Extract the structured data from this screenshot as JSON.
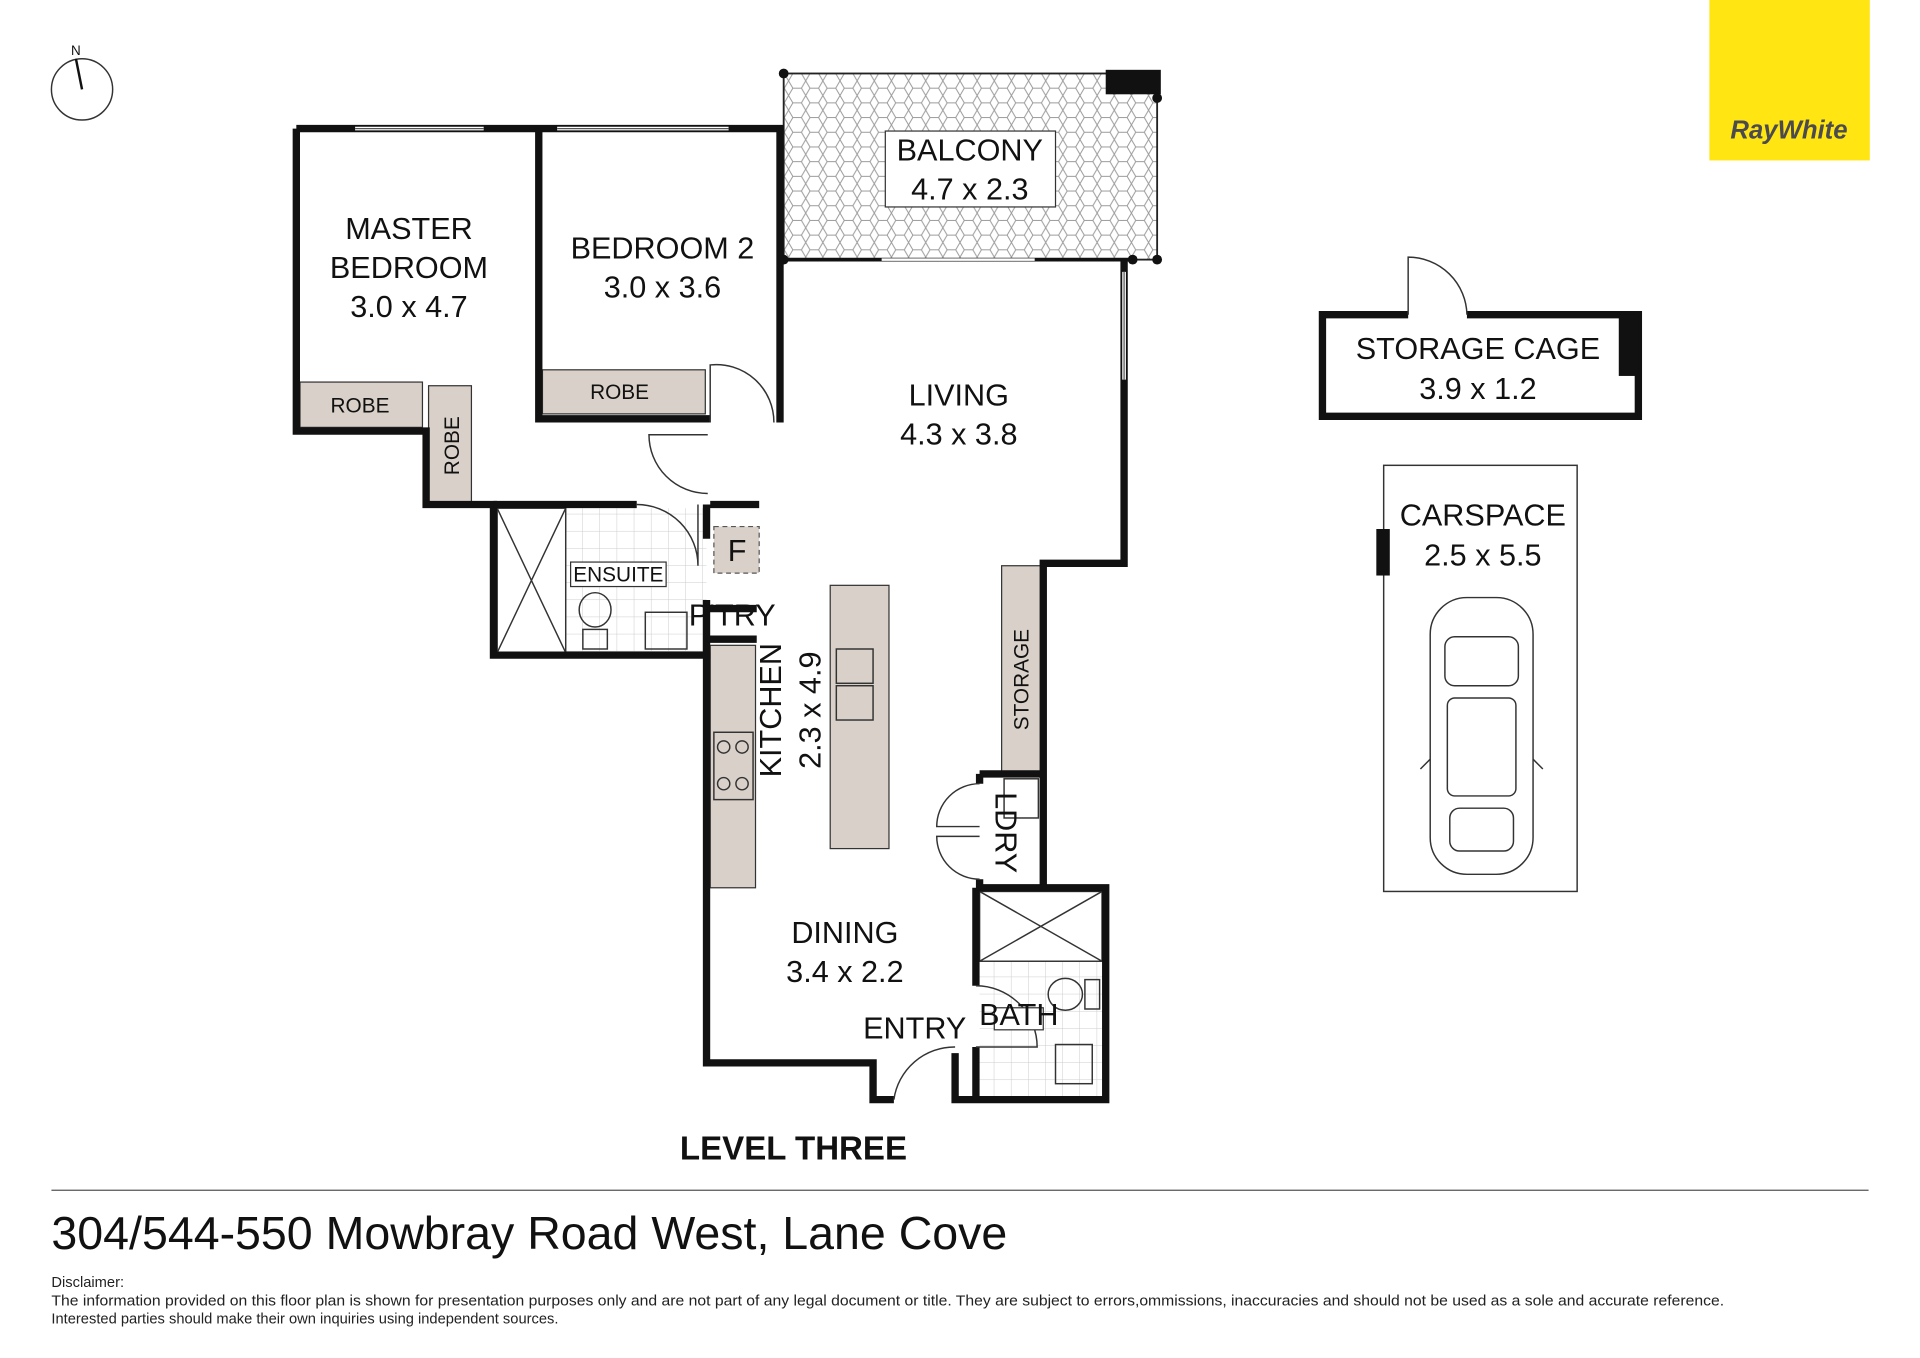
{
  "brand": {
    "logo_text": "RayWhite",
    "color": "#FFE512",
    "text_color": "#4a4a4f"
  },
  "compass": {
    "label": "N"
  },
  "rooms": {
    "master": {
      "name1": "MASTER",
      "name2": "BEDROOM",
      "dims": "3.0 x 4.7"
    },
    "bed2": {
      "name": "BEDROOM 2",
      "dims": "3.0 x 3.6"
    },
    "balcony": {
      "name": "BALCONY",
      "dims": "4.7 x 2.3"
    },
    "living": {
      "name": "LIVING",
      "dims": "4.3 x 3.8"
    },
    "kitchen": {
      "name": "KITCHEN",
      "dims": "2.3 x 4.9"
    },
    "dining": {
      "name": "DINING",
      "dims": "3.4 x 2.2"
    },
    "entry": {
      "name": "ENTRY"
    },
    "storage_cage": {
      "name": "STORAGE CAGE",
      "dims": "3.9 x 1.2"
    },
    "carspace": {
      "name": "CARSPACE",
      "dims": "2.5 x 5.5"
    },
    "robe1": "ROBE",
    "robe2": "ROBE",
    "robe3": "ROBE",
    "ensuite": "ENSUITE",
    "fridge": "F",
    "pantry": "P'TRY",
    "storage": "STORAGE",
    "laundry": "LDRY",
    "bath": "BATH"
  },
  "level": "LEVEL THREE",
  "address": "304/544-550 Mowbray Road West, Lane Cove",
  "disclaimer": {
    "heading": "Disclaimer:",
    "line1": "The information provided on this floor plan is shown for presentation purposes only and are not part of any legal document or title. They are subject to errors,ommissions, inaccuracies and should not be used as a sole and accurate reference.",
    "line2": "Interested parties should make their own inquiries using independent sources."
  }
}
